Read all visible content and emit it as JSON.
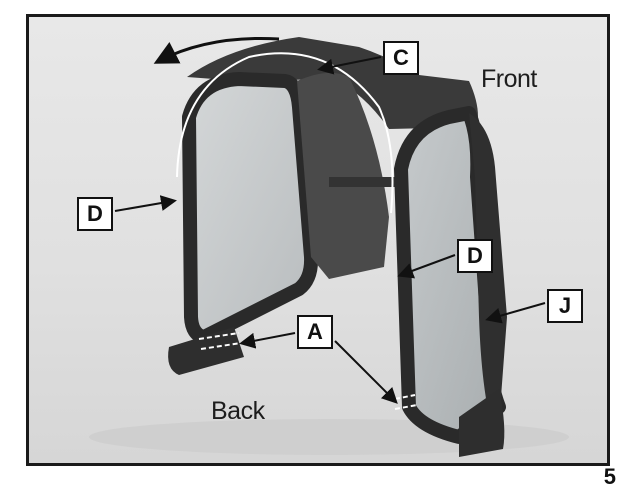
{
  "labels": {
    "front": "Front",
    "back": "Back"
  },
  "callouts": {
    "c": "C",
    "d_left": "D",
    "d_right": "D",
    "a": "A",
    "j": "J"
  },
  "page_number": "5"
}
